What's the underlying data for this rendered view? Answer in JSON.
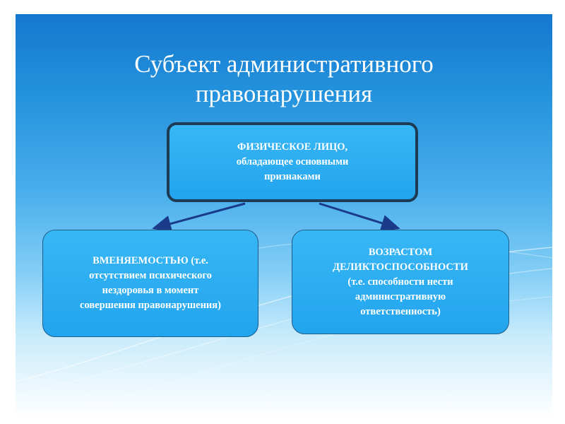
{
  "slide": {
    "title_line1": "Субъект административного",
    "title_line2": "правонарушения"
  },
  "diagram": {
    "root": {
      "line1": "ФИЗИЧЕСКОЕ ЛИЦО,",
      "line2": "обладающее основными",
      "line3": "признаками"
    },
    "left": {
      "line1": "ВМЕНЯЕМОСТЬЮ (т.е.",
      "line2": "отсутствием психического",
      "line3": "нездоровья в момент",
      "line4": "совершения правонарушения)"
    },
    "right": {
      "line1": "ВОЗРАСТОМ",
      "line2": "ДЕЛИКТОСПОСОБНОСТИ",
      "line3": "(т.е. способности нести",
      "line4": "административную",
      "line5": "ответственность)"
    },
    "colors": {
      "box_fill": "#2aaaf0",
      "root_border": "#1d3c54",
      "arrow": "#1a3a8a"
    }
  }
}
